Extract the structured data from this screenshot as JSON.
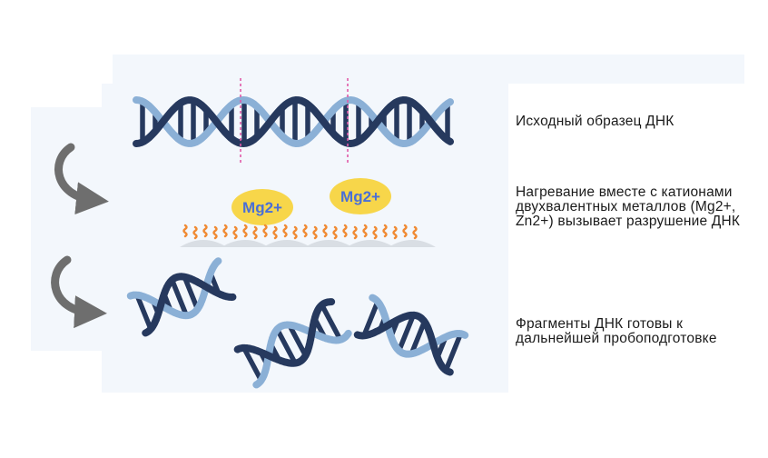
{
  "steps": [
    {
      "label": "Исходный образец ДНК"
    },
    {
      "label": "Нагревание вместе с катионами двухвалентных металлов (Mg2+, Zn2+) вызывает разрушение ДНК"
    },
    {
      "label": "Фрагменты ДНК готовы к дальнейшей пробоподготовке"
    }
  ],
  "badges": [
    "Mg2+",
    "Mg2+"
  ],
  "colors": {
    "strand_dark": "#26395e",
    "strand_light": "#8bb0d6",
    "cut_line": "#e05aa8",
    "badge_fill": "#f7d64a",
    "badge_text": "#4a6fd6",
    "squiggle": "#f08a33",
    "mound": "#d9dee4",
    "arrow": "#6e6e6e",
    "panel": "#f3f7fc"
  },
  "icons": [
    "curved-arrow-icon",
    "dna-helix-icon",
    "dna-fragment-icon"
  ]
}
